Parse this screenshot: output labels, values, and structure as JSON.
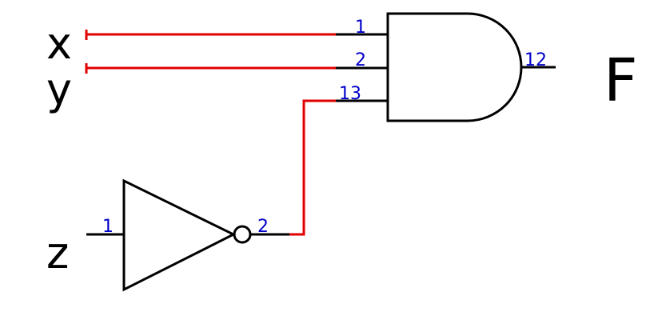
{
  "signals": {
    "x": "x",
    "y": "y",
    "z": "z",
    "f": "F"
  },
  "gates": {
    "and": {
      "input_pins": [
        "1",
        "2",
        "13"
      ],
      "output_pin": "12"
    },
    "not": {
      "input_pin": "1",
      "output_pin": "2"
    }
  },
  "colors": {
    "wire": "#e00000",
    "lead": "#000000",
    "pin_label": "#0000cc",
    "text": "#000000"
  }
}
